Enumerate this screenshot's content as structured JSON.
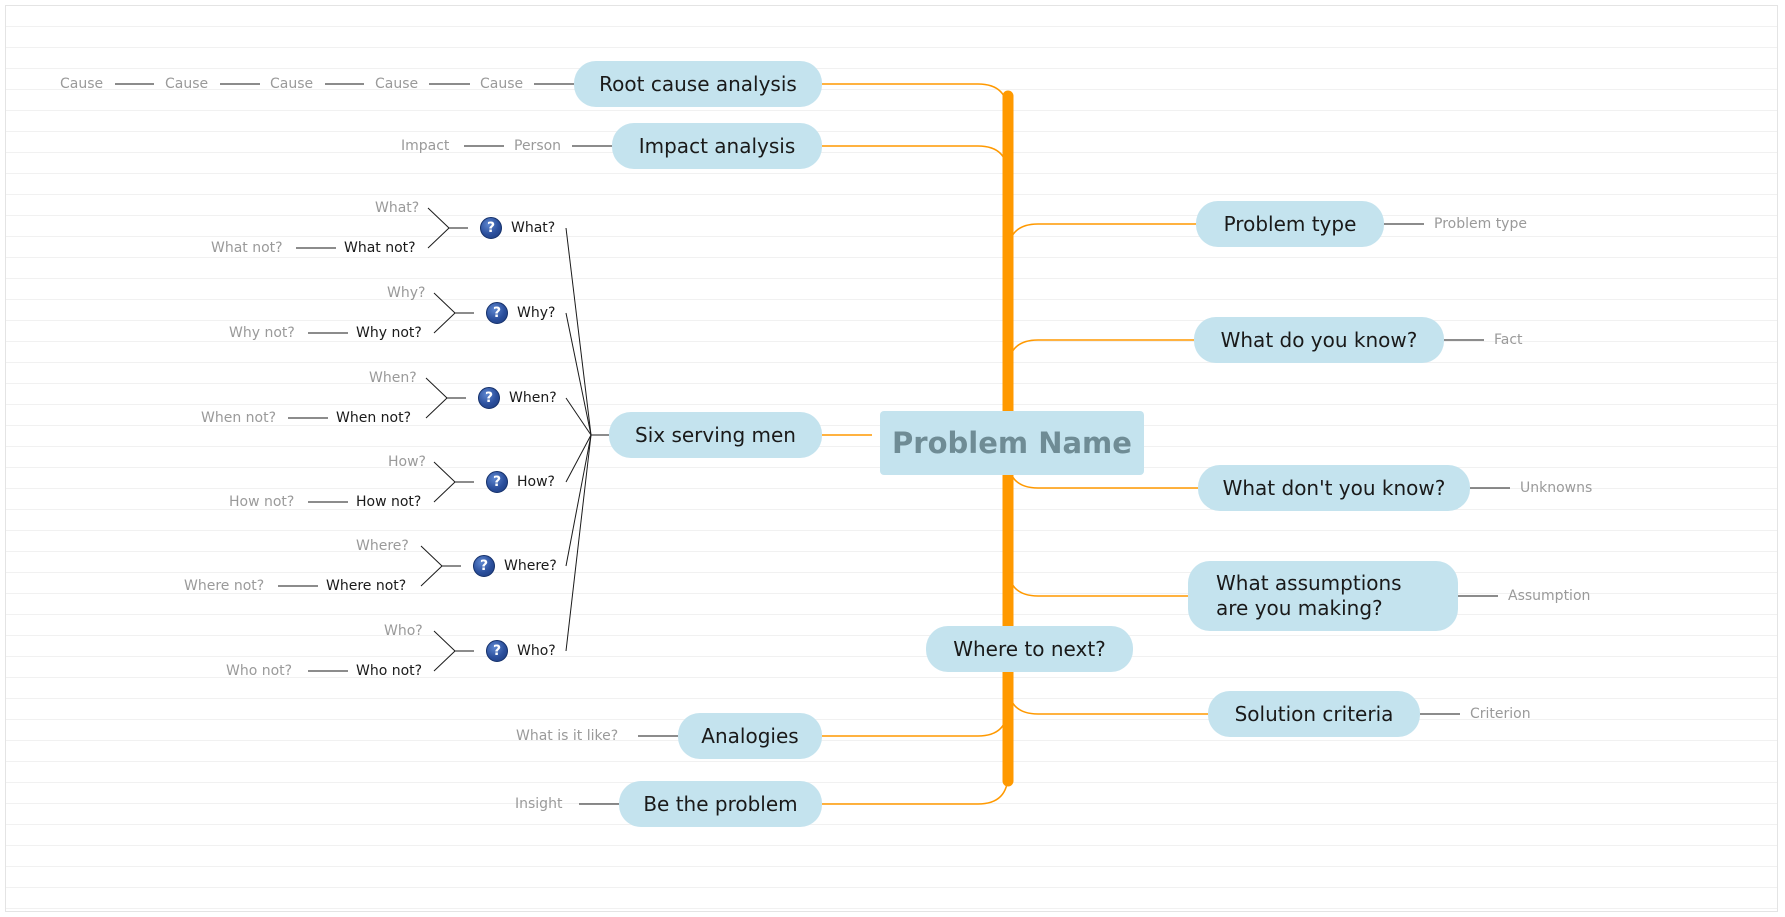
{
  "central": "Problem Name",
  "main_topics": {
    "root_cause": "Root cause analysis",
    "impact": "Impact analysis",
    "six_men": "Six serving men",
    "analogies": "Analogies",
    "be_problem": "Be the problem",
    "where_next": "Where to next?",
    "problem_type": "Problem type",
    "know": "What do you know?",
    "dont_know": "What don't you know?",
    "assumptions_l1": "What assumptions",
    "assumptions_l2": "are you making?",
    "solution": "Solution criteria"
  },
  "root_cause_chain": [
    "Cause",
    "Cause",
    "Cause",
    "Cause",
    "Cause"
  ],
  "impact_chain": [
    "Impact",
    "Person"
  ],
  "six_men_branches": [
    {
      "label": "What?",
      "pos": "What?",
      "neg": "What not?",
      "neg_detail": "What not?"
    },
    {
      "label": "Why?",
      "pos": "Why?",
      "neg": "Why not?",
      "neg_detail": "Why not?"
    },
    {
      "label": "When?",
      "pos": "When?",
      "neg": "When not?",
      "neg_detail": "When not?"
    },
    {
      "label": "How?",
      "pos": "How?",
      "neg": "How not?",
      "neg_detail": "How not?"
    },
    {
      "label": "Where?",
      "pos": "Where?",
      "neg": "Where not?",
      "neg_detail": "Where not?"
    },
    {
      "label": "Who?",
      "pos": "Who?",
      "neg": "Who not?",
      "neg_detail": "Who not?"
    }
  ],
  "icon": {
    "name": "question-icon",
    "glyph": "?"
  },
  "leaf_labels": {
    "analogies": "What is it like?",
    "be_problem": "Insight",
    "problem_type": "Problem type",
    "know": "Fact",
    "dont_know": "Unknowns",
    "assumptions": "Assumption",
    "solution": "Criterion"
  },
  "colors": {
    "trunk": "#ff9900",
    "topic_fill": "#c4e3ee",
    "central_text": "#6f8c95",
    "subtopic_text": "#9a9a9a",
    "connector": "#1a1a1a"
  }
}
